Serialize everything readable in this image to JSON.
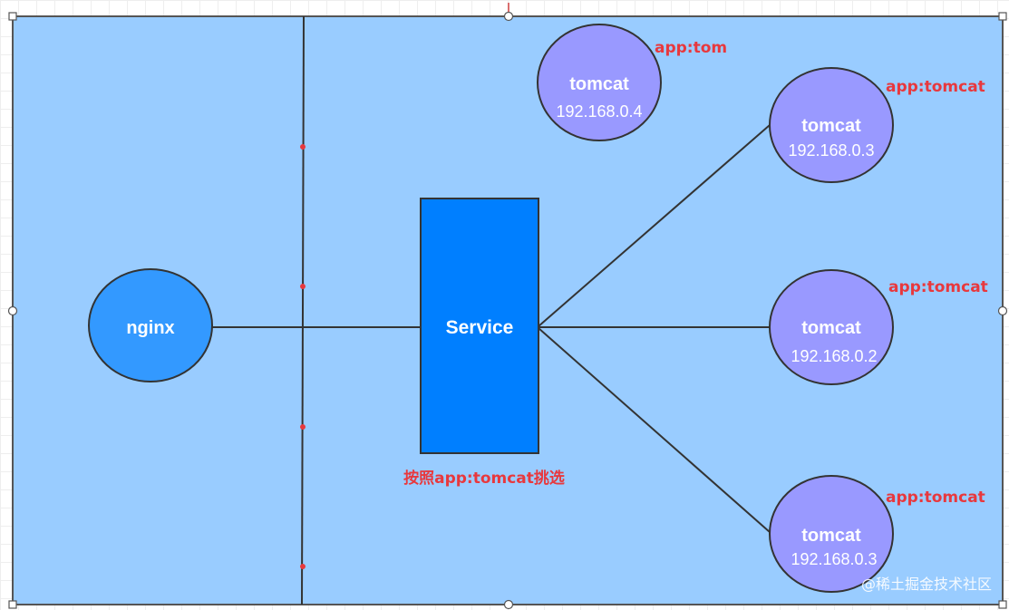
{
  "colors": {
    "canvas_bg": "#99ccff",
    "border": "#555555",
    "line": "#333333",
    "nginx_fill": "#3399ff",
    "tomcat_fill": "#9999ff",
    "service_fill": "#007fff",
    "label_red": "#e8383d"
  },
  "nodes": {
    "nginx": {
      "title": "nginx"
    },
    "service": {
      "title": "Service",
      "caption": "按照app:tomcat挑选"
    },
    "tomcat_top": {
      "title": "tomcat",
      "ip": "192.168.0.4",
      "label": "app:tom"
    },
    "tomcat_1": {
      "title": "tomcat",
      "ip": "192.168.0.3",
      "label": "app:tomcat"
    },
    "tomcat_2": {
      "title": "tomcat",
      "ip": "192.168.0.2",
      "label": "app:tomcat"
    },
    "tomcat_3": {
      "title": "tomcat",
      "ip": "192.168.0.3",
      "label": "app:tomcat"
    }
  },
  "watermark": "@稀土掘金技术社区"
}
